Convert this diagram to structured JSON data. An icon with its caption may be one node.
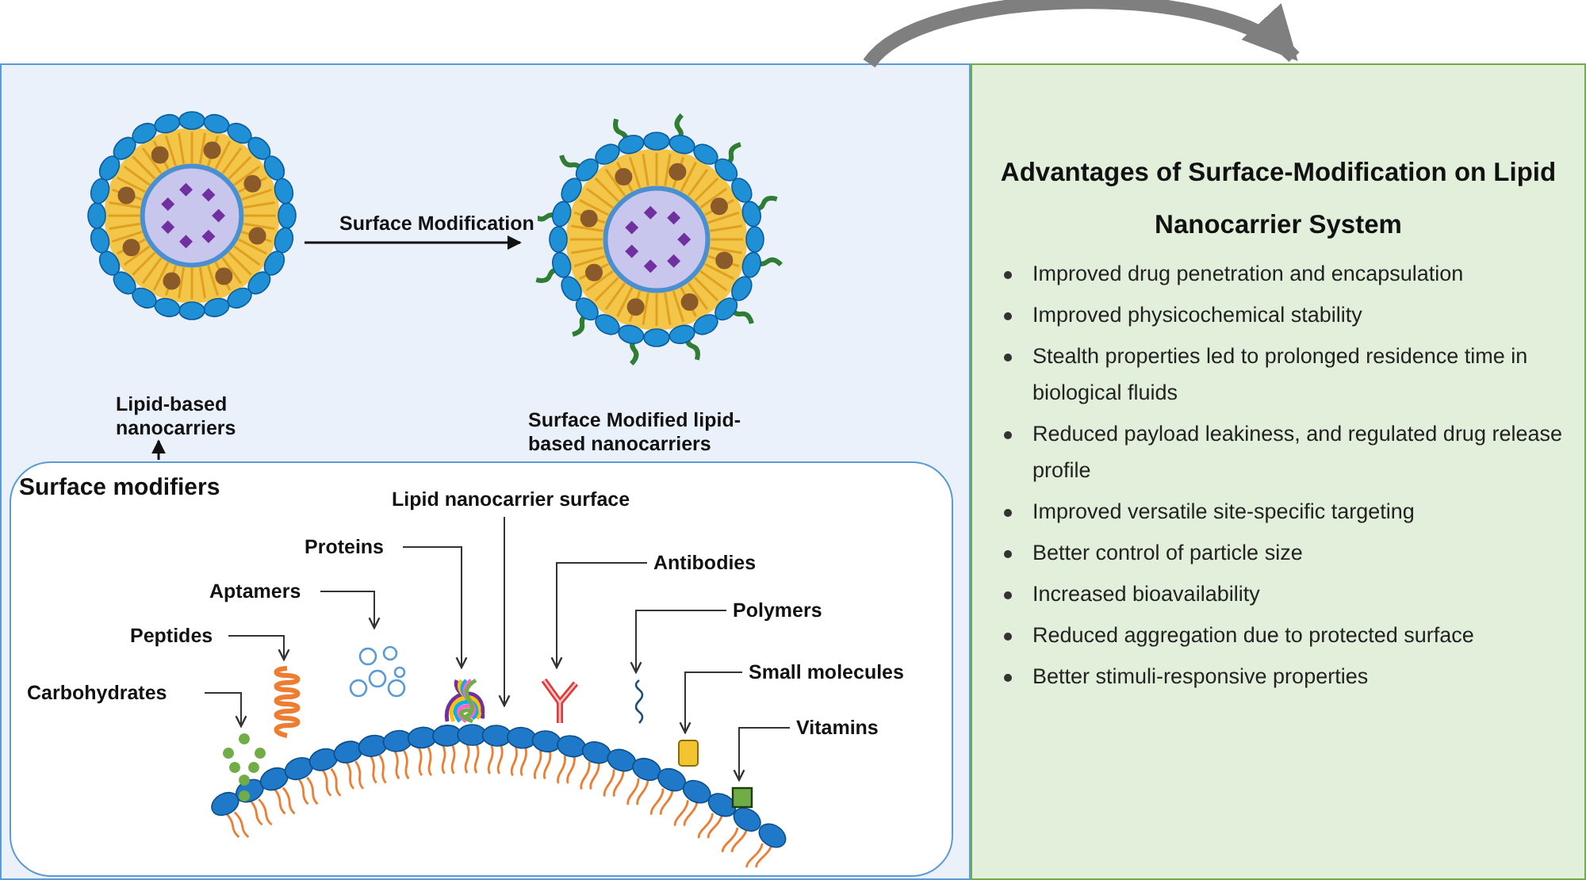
{
  "diagram": {
    "nodes": [
      {
        "text": [],
        "shape": "box"
      },
      {
        "text": [
          "Lipid-based nanocarriers"
        ],
        "in": 0
      },
      {
        "text": [
          "Surface Modified lipid-based nanocarriers"
        ],
        "in": 0
      },
      {
        "text": [
          "Surface modifiers"
        ],
        "in": 0
      },
      {
        "text": [
          "Carbohydrates"
        ],
        "in": 3
      },
      {
        "text": [
          "Peptides"
        ],
        "in": 3
      },
      {
        "text": [
          "Aptamers"
        ],
        "in": 3
      },
      {
        "text": [
          "Proteins"
        ],
        "in": 3
      },
      {
        "text": [
          "Lipid nanocarrier surface"
        ],
        "in": 3
      },
      {
        "text": [
          "Antibodies"
        ],
        "in": 3
      },
      {
        "text": [
          "Polymers"
        ],
        "in": 3
      },
      {
        "text": [
          "Small molecules"
        ],
        "in": 3
      },
      {
        "text": [
          "Vitamins"
        ],
        "in": 3
      },
      {
        "text": [],
        "shape": "picture",
        "in": 17
      },
      {
        "text": [],
        "shape": "picture",
        "in": 3
      },
      {
        "text": [],
        "shape": "picture",
        "in": 3
      },
      {
        "text": [],
        "shape": "picture",
        "in": 3
      },
      {
        "text": [],
        "shape": "picture",
        "in": 3
      },
      {
        "text": [],
        "shape": "picture",
        "in": 3
      },
      {
        "text": [],
        "shape": "picture",
        "in": 3
      },
      {
        "text": [],
        "shape": "box",
        "in": 17
      },
      {
        "text": [],
        "shape": "box",
        "in": 17
      },
      {
        "text": [
          "Advantages of Surface-Modification on Lipid Nanocarrier System",
          "Improved drug penetration and encapsulation",
          "Improved physicochemical stability",
          "Stealth properties led to prolonged residence time in biological fluids",
          "Reduced payload leakiness, and regulated drug release profile",
          "Improved versatile site-specific targeting",
          "Better control of particle size",
          "Increased bioavailability",
          "Reduced aggregation due to protected surface",
          "Better stimuli-responsive properties"
        ]
      }
    ],
    "edges": [
      {
        "from": 1,
        "to": 2,
        "arrow": "to",
        "label": "Surface Modification"
      },
      {
        "from": 3,
        "to": 1,
        "arrow": "to"
      },
      {
        "from": 0,
        "to": 22,
        "arrow": "to",
        "style": "thick",
        "color": "#7f7f7f"
      },
      {
        "from": 4,
        "to": 13,
        "arrow": "to"
      },
      {
        "from": 5,
        "to": 14,
        "arrow": "to"
      },
      {
        "from": 6,
        "to": 15,
        "arrow": "to"
      },
      {
        "from": 7,
        "to": 16,
        "arrow": "to"
      },
      {
        "from": 8,
        "to": 17,
        "arrow": "to"
      },
      {
        "from": 9,
        "to": 18,
        "arrow": "to"
      },
      {
        "from": 10,
        "to": 19,
        "arrow": "to"
      },
      {
        "from": 11,
        "to": 20,
        "arrow": "to"
      },
      {
        "from": 12,
        "to": 21,
        "arrow": "to"
      }
    ]
  }
}
